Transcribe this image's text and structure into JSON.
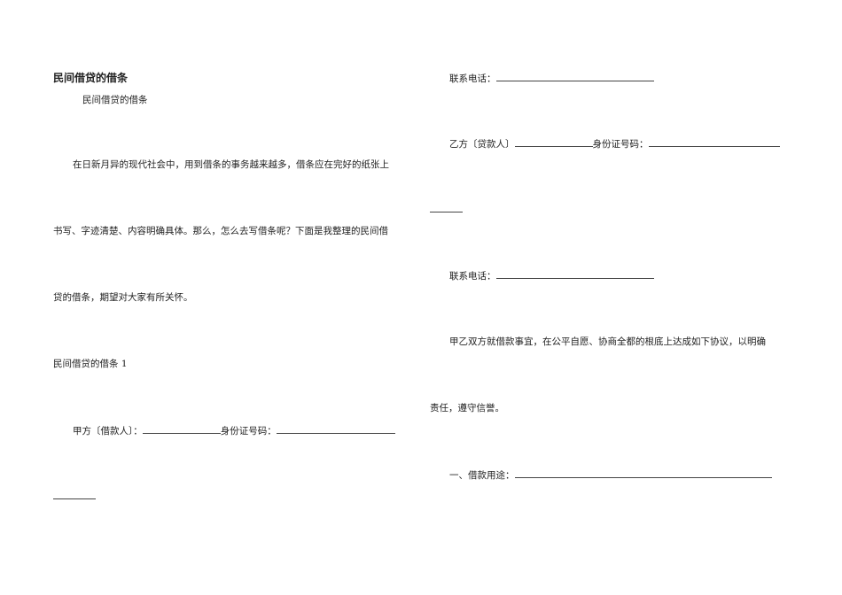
{
  "document": {
    "heading": "民间借贷的借条",
    "subheading": "民间借贷的借条",
    "intro_line1": "在日新月异的现代社会中，用到借条的事务越来越多，借条应在完好的纸张上",
    "intro_line2": "书写、字迹清楚、内容明确具体。那么，怎么去写借条呢？下面是我整理的民间借",
    "intro_line3": "贷的借条，期望对大家有所关怀。",
    "sample_title": "民间借贷的借条 1",
    "party_a_label": "甲方〔借款人〕：",
    "id_label_a": "身份证号码：",
    "phone_label_a": "联系电话：",
    "party_b_label": "乙方〔贷款人〕",
    "id_label_b": "身份证号码：",
    "phone_label_b": "联系电话：",
    "agreement_line1": "甲乙双方就借款事宜，在公平自愿、协商全都的根底上达成如下协议，以明确",
    "agreement_line2": "责任，遵守信誉。",
    "clause1_label": "一、借款用途："
  }
}
